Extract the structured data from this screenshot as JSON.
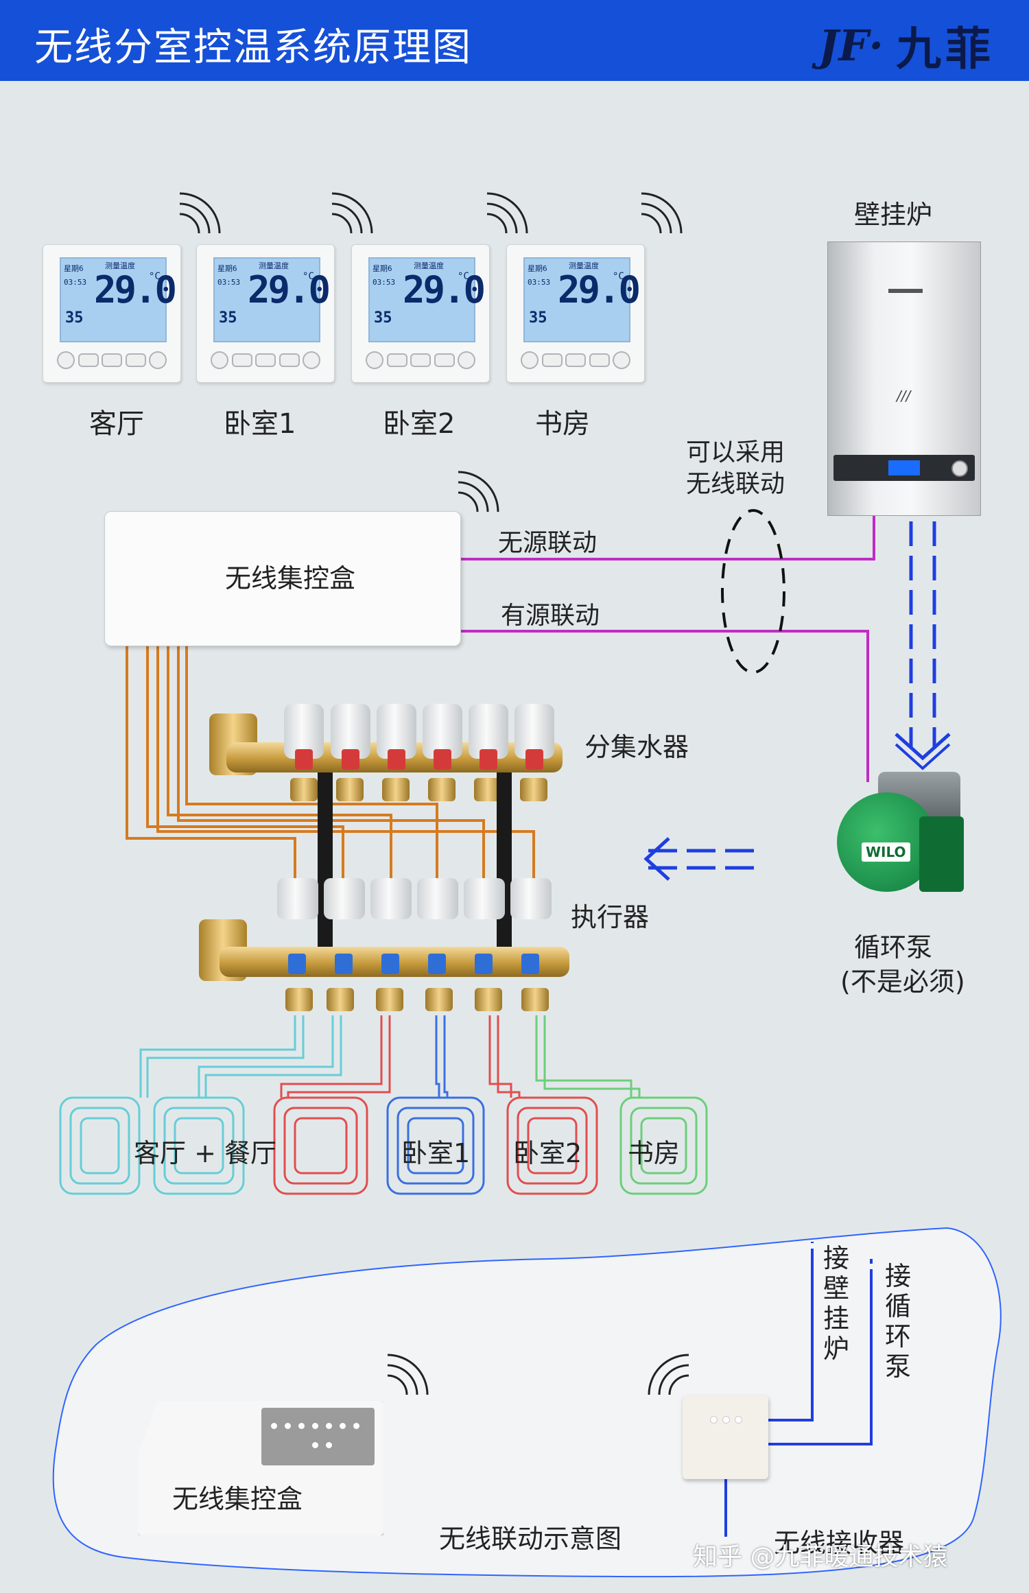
{
  "header": {
    "title": "无线分室控温系统原理图",
    "brand_mark": "JF·",
    "brand_name": "九菲",
    "color": "#1550d8"
  },
  "thermostats": [
    {
      "room": "客厅",
      "temp": "29.0",
      "set": "35",
      "day": "星期6",
      "time": "03:53",
      "mode": "测量温度",
      "unit": "°C"
    },
    {
      "room": "卧室1",
      "temp": "29.0",
      "set": "35",
      "day": "星期6",
      "time": "03:53",
      "mode": "测量温度",
      "unit": "°C"
    },
    {
      "room": "卧室2",
      "temp": "29.0",
      "set": "35",
      "day": "星期6",
      "time": "03:53",
      "mode": "测量温度",
      "unit": "°C"
    },
    {
      "room": "书房",
      "temp": "29.0",
      "set": "35",
      "day": "星期6",
      "time": "03:53",
      "mode": "测量温度",
      "unit": "°C"
    }
  ],
  "boiler": {
    "label": "壁挂炉"
  },
  "wireless_option": {
    "line1": "可以采用",
    "line2": "无线联动"
  },
  "hub": {
    "label": "无线集控盒"
  },
  "links": {
    "passive": "无源联动",
    "active": "有源联动"
  },
  "manifold": {
    "label": "分集水器"
  },
  "actuator": {
    "label": "执行器"
  },
  "pump": {
    "label": "循环泵",
    "note": "(不是必须)",
    "brand": "WILO"
  },
  "zones": [
    {
      "label": "客厅 + 餐厅"
    },
    {
      "label": "卧室1"
    },
    {
      "label": "卧室2"
    },
    {
      "label": "书房"
    }
  ],
  "inset": {
    "hub_label": "无线集控盒",
    "receiver_label": "无线接收器",
    "caption": "无线联动示意图",
    "to_boiler": "接壁挂炉",
    "to_pump": "接循环泵"
  },
  "watermark": "知乎 @九菲暖通技术猿",
  "colors": {
    "orange_wire": "#d67a1e",
    "magenta_wire": "#c02cc4",
    "blue_arrow": "#1f3ee0",
    "pipe_teal": "#66cdd6",
    "pipe_red": "#e24d4d",
    "pipe_blue": "#3a6fe0",
    "pipe_green": "#6cce7a"
  }
}
